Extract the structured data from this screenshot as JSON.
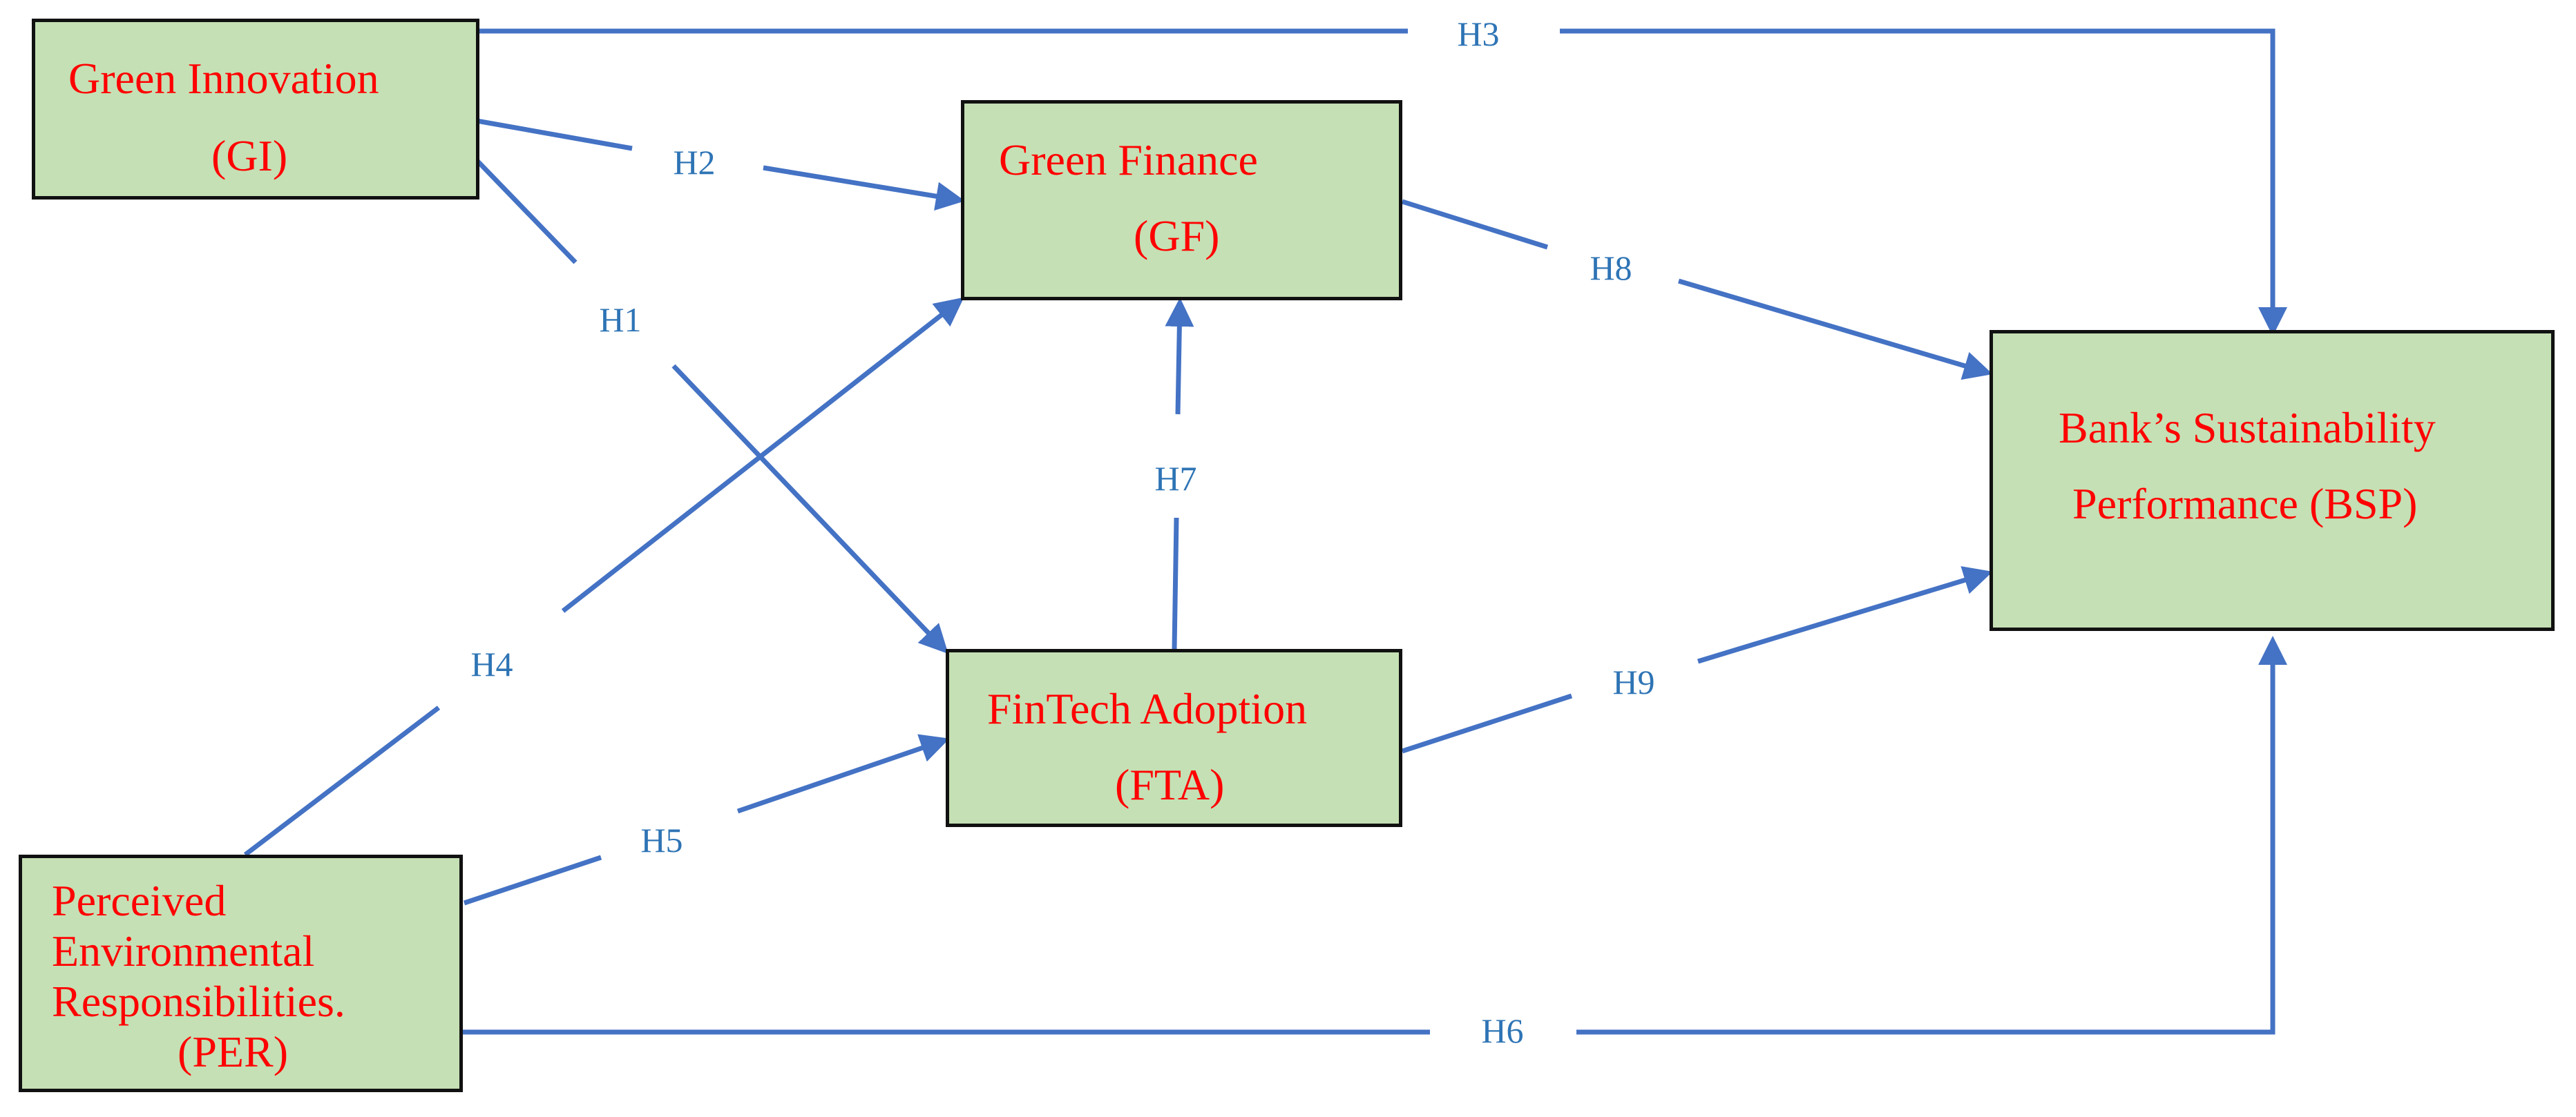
{
  "colors": {
    "node_fill": "#c5e0b4",
    "node_border": "#111111",
    "node_text": "#ff0000",
    "edge": "#4472c4",
    "edge_label": "#2e74b5"
  },
  "nodes": {
    "gi": {
      "lines": [
        "Green Innovation",
        "(GI)"
      ]
    },
    "gf": {
      "lines": [
        "Green Finance",
        "(GF)"
      ]
    },
    "fta": {
      "lines": [
        "FinTech Adoption",
        "(FTA)"
      ]
    },
    "bsp": {
      "lines": [
        "Bank’s Sustainability",
        "Performance (BSP)"
      ]
    },
    "per": {
      "lines": [
        "Perceived",
        "Environmental",
        "Responsibilities.",
        "(PER)"
      ]
    }
  },
  "edges": [
    {
      "label": "H1",
      "from": "Green Innovation",
      "to": "FinTech Adoption"
    },
    {
      "label": "H2",
      "from": "Green Innovation",
      "to": "Green Finance"
    },
    {
      "label": "H3",
      "from": "Green Innovation",
      "to": "Bank’s Sustainability Performance"
    },
    {
      "label": "H4",
      "from": "Perceived Environmental Responsibilities.",
      "to": "Green Finance"
    },
    {
      "label": "H5",
      "from": "Perceived Environmental Responsibilities.",
      "to": "FinTech Adoption"
    },
    {
      "label": "H6",
      "from": "Perceived Environmental Responsibilities.",
      "to": "Bank’s Sustainability Performance"
    },
    {
      "label": "H7",
      "from": "FinTech Adoption",
      "to": "Green Finance"
    },
    {
      "label": "H8",
      "from": "Green Finance",
      "to": "Bank’s Sustainability Performance"
    },
    {
      "label": "H9",
      "from": "FinTech Adoption",
      "to": "Bank’s Sustainability Performance"
    }
  ]
}
